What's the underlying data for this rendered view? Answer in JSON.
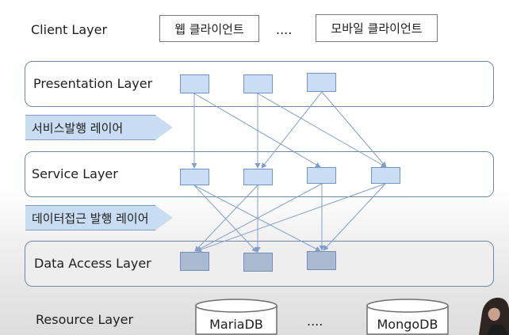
{
  "layers": {
    "client": "Client Layer",
    "presentation": "Presentation Layer",
    "service": "Service Layer",
    "data_access": "Data Access Layer",
    "resource": "Resource Layer"
  },
  "clients": {
    "web": "웹 클라이언트",
    "ellipsis": "....",
    "mobile": "모바일 클라이언트"
  },
  "interfaces": {
    "service_publish": "서비스발행 레이어",
    "data_access_publish": "데이터접근 발행 레이어"
  },
  "resources": {
    "first": "MariaDB",
    "ellipsis": "....",
    "second": "MongoDB"
  },
  "colors": {
    "panel_border": "#6f87a6",
    "light_box": "#c9def4",
    "data_box": "#a9bad1",
    "arrow": "#7f9fca"
  }
}
